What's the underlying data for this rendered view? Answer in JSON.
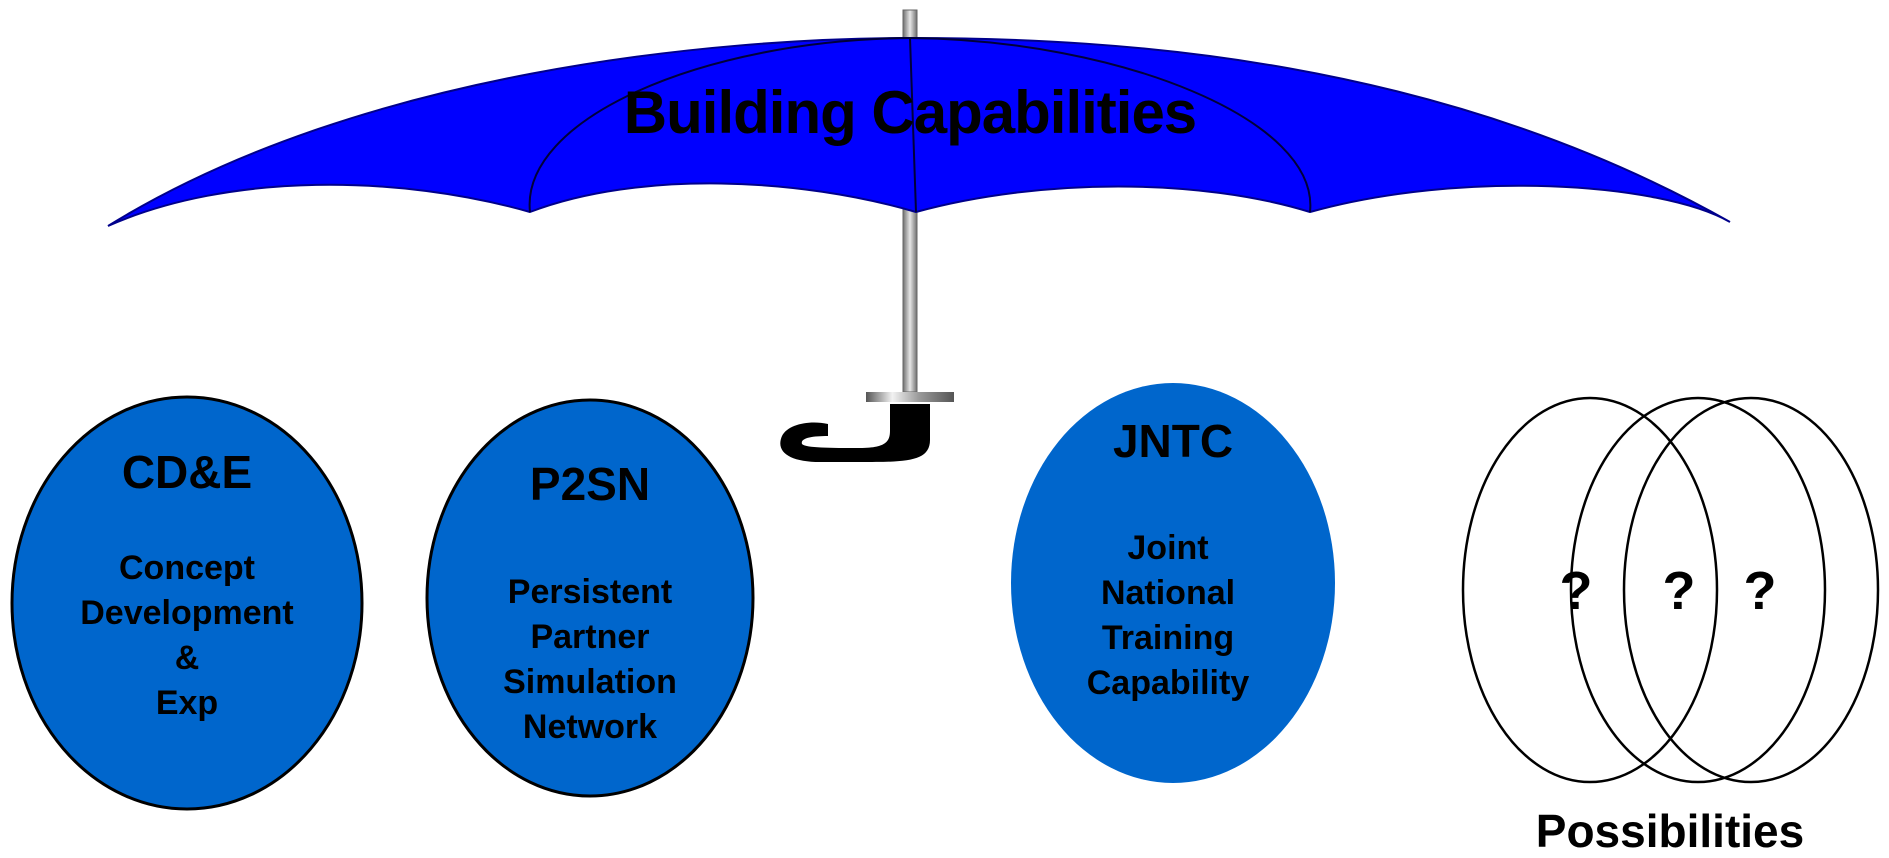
{
  "title": "Building Capabilities",
  "capabilities": [
    {
      "abbr": "CD&E",
      "lines": [
        "Concept",
        "Development",
        "&",
        "Exp"
      ]
    },
    {
      "abbr": "P2SN",
      "lines": [
        "Persistent",
        "Partner",
        "Simulation",
        "Network"
      ]
    },
    {
      "abbr": "JNTC",
      "lines": [
        "Joint",
        "National",
        "Training",
        "Capability"
      ]
    }
  ],
  "possibilities": {
    "marks": [
      "?",
      "?",
      "?"
    ],
    "label": "Possibilities"
  },
  "colors": {
    "canopy": "#0000FF",
    "bubble": "#0066CC",
    "outline": "#000000",
    "handle": "#000000",
    "shaft": "#A0A0A0"
  },
  "icons": {
    "umbrella": "umbrella-icon"
  }
}
